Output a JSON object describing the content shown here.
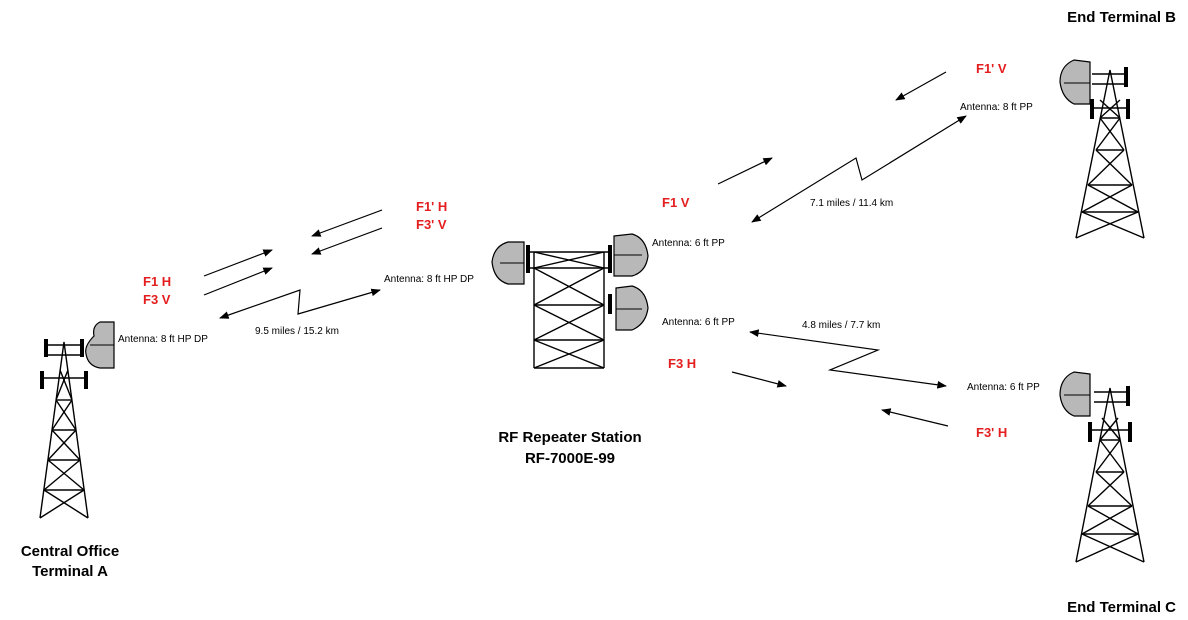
{
  "colors": {
    "frequency_label": "#e41e1e",
    "dish_fill": "#b8b8b8",
    "line": "#000000"
  },
  "stations": {
    "terminal_a": {
      "title_line1": "Central Office",
      "title_line2": "Terminal A",
      "antenna": "Antenna: 8 ft HP DP"
    },
    "repeater": {
      "title_line1": "RF Repeater Station",
      "title_line2": "RF-7000E-99",
      "antenna_west": "Antenna: 8 ft HP DP",
      "antenna_ne": "Antenna: 6 ft PP",
      "antenna_se": "Antenna: 6 ft PP"
    },
    "terminal_b": {
      "title": "End Terminal B",
      "antenna": "Antenna: 8 ft PP"
    },
    "terminal_c": {
      "title": "End Terminal C",
      "antenna": "Antenna: 6 ft PP"
    }
  },
  "links": {
    "a_to_repeater": {
      "distance": "9.5 miles / 15.2 km",
      "tx_freq_1": "F1 H",
      "tx_freq_2": "F3 V",
      "rx_freq_1": "F1' H",
      "rx_freq_2": "F3' V"
    },
    "repeater_to_b": {
      "distance": "7.1 miles / 11.4 km",
      "tx_freq": "F1 V",
      "rx_freq": "F1' V"
    },
    "repeater_to_c": {
      "distance": "4.8 miles / 7.7 km",
      "tx_freq": "F3 H",
      "rx_freq": "F3' H"
    }
  }
}
